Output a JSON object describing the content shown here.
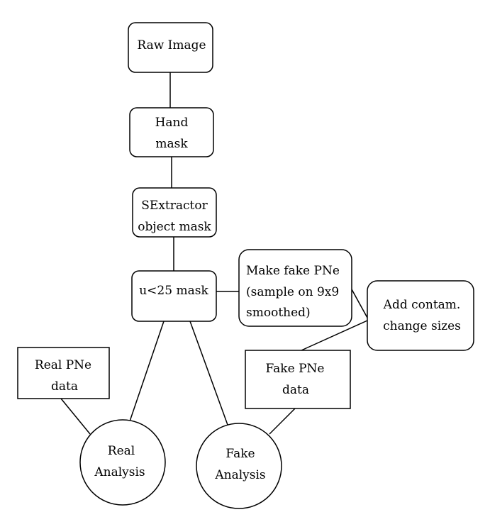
{
  "diagram": {
    "nodes": {
      "raw_image": {
        "line1": "Raw Image"
      },
      "hand_mask": {
        "line1": "Hand",
        "line2": "mask"
      },
      "sextractor_mask": {
        "line1": "SExtractor",
        "line2": "object mask"
      },
      "u25_mask": {
        "line1": "u<25 mask"
      },
      "make_fake_pne": {
        "line1": "Make fake PNe",
        "line2": "(sample on 9x9",
        "line3": "smoothed)"
      },
      "add_contam": {
        "line1": "Add contam.",
        "line2": "change sizes"
      },
      "real_pne_data": {
        "line1": "Real PNe",
        "line2": "data"
      },
      "fake_pne_data": {
        "line1": "Fake PNe",
        "line2": "data"
      },
      "real_analysis": {
        "line1": "Real",
        "line2": "Analysis"
      },
      "fake_analysis": {
        "line1": "Fake",
        "line2": "Analysis"
      }
    },
    "edges": [
      {
        "from": "raw_image",
        "to": "hand_mask"
      },
      {
        "from": "hand_mask",
        "to": "sextractor_mask"
      },
      {
        "from": "sextractor_mask",
        "to": "u25_mask"
      },
      {
        "from": "u25_mask",
        "to": "make_fake_pne"
      },
      {
        "from": "make_fake_pne",
        "to": "add_contam"
      },
      {
        "from": "add_contam",
        "to": "fake_pne_data"
      },
      {
        "from": "u25_mask",
        "to": "real_analysis"
      },
      {
        "from": "u25_mask",
        "to": "fake_analysis"
      },
      {
        "from": "real_pne_data",
        "to": "real_analysis"
      },
      {
        "from": "fake_pne_data",
        "to": "fake_analysis"
      }
    ]
  }
}
